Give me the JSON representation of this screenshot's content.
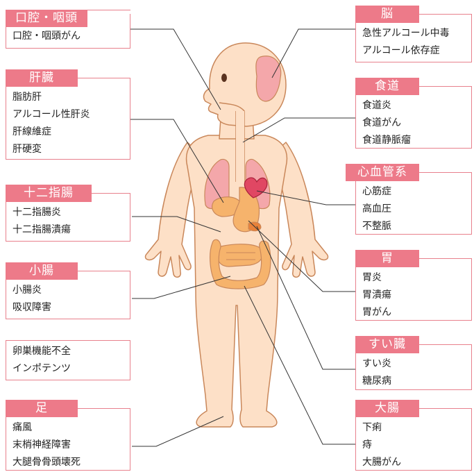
{
  "colors": {
    "accent": "#ed7a89",
    "border": "#e8808c",
    "skin": "#fde0c7",
    "outline": "#c9875a",
    "organ": "#f6b36c",
    "lung": "#f4a7aa",
    "heart": "#e04763"
  },
  "left_cards": [
    {
      "id": "mouth",
      "title": "口腔・咽頭",
      "items": [
        "口腔・咽頭がん"
      ]
    },
    {
      "id": "liver",
      "title": "肝臓",
      "items": [
        "脂肪肝",
        "アルコール性肝炎",
        "肝線維症",
        "肝硬変"
      ]
    },
    {
      "id": "duodenum",
      "title": "十二指腸",
      "items": [
        "十二指腸炎",
        "十二指腸潰瘍"
      ]
    },
    {
      "id": "small-intestine",
      "title": "小腸",
      "items": [
        "小腸炎",
        "吸収障害"
      ]
    },
    {
      "id": "reproductive",
      "title": "",
      "items": [
        "卵巣機能不全",
        "インポテンツ"
      ]
    },
    {
      "id": "foot",
      "title": "足",
      "items": [
        "痛風",
        "末梢神経障害",
        "大腿骨骨頭壊死"
      ]
    }
  ],
  "right_cards": [
    {
      "id": "brain",
      "title": "脳",
      "items": [
        "急性アルコール中毒",
        "アルコール依存症"
      ]
    },
    {
      "id": "esophagus",
      "title": "食道",
      "items": [
        "食道炎",
        "食道がん",
        "食道静脈瘤"
      ]
    },
    {
      "id": "cardiovascular",
      "title": "心血管系",
      "items": [
        "心筋症",
        "高血圧",
        "不整脈"
      ]
    },
    {
      "id": "stomach",
      "title": "胃",
      "items": [
        "胃炎",
        "胃潰瘍",
        "胃がん"
      ]
    },
    {
      "id": "pancreas",
      "title": "すい臓",
      "items": [
        "すい炎",
        "糖尿病"
      ]
    },
    {
      "id": "large-intestine",
      "title": "大腸",
      "items": [
        "下痢",
        "痔",
        "大腸がん"
      ]
    }
  ]
}
